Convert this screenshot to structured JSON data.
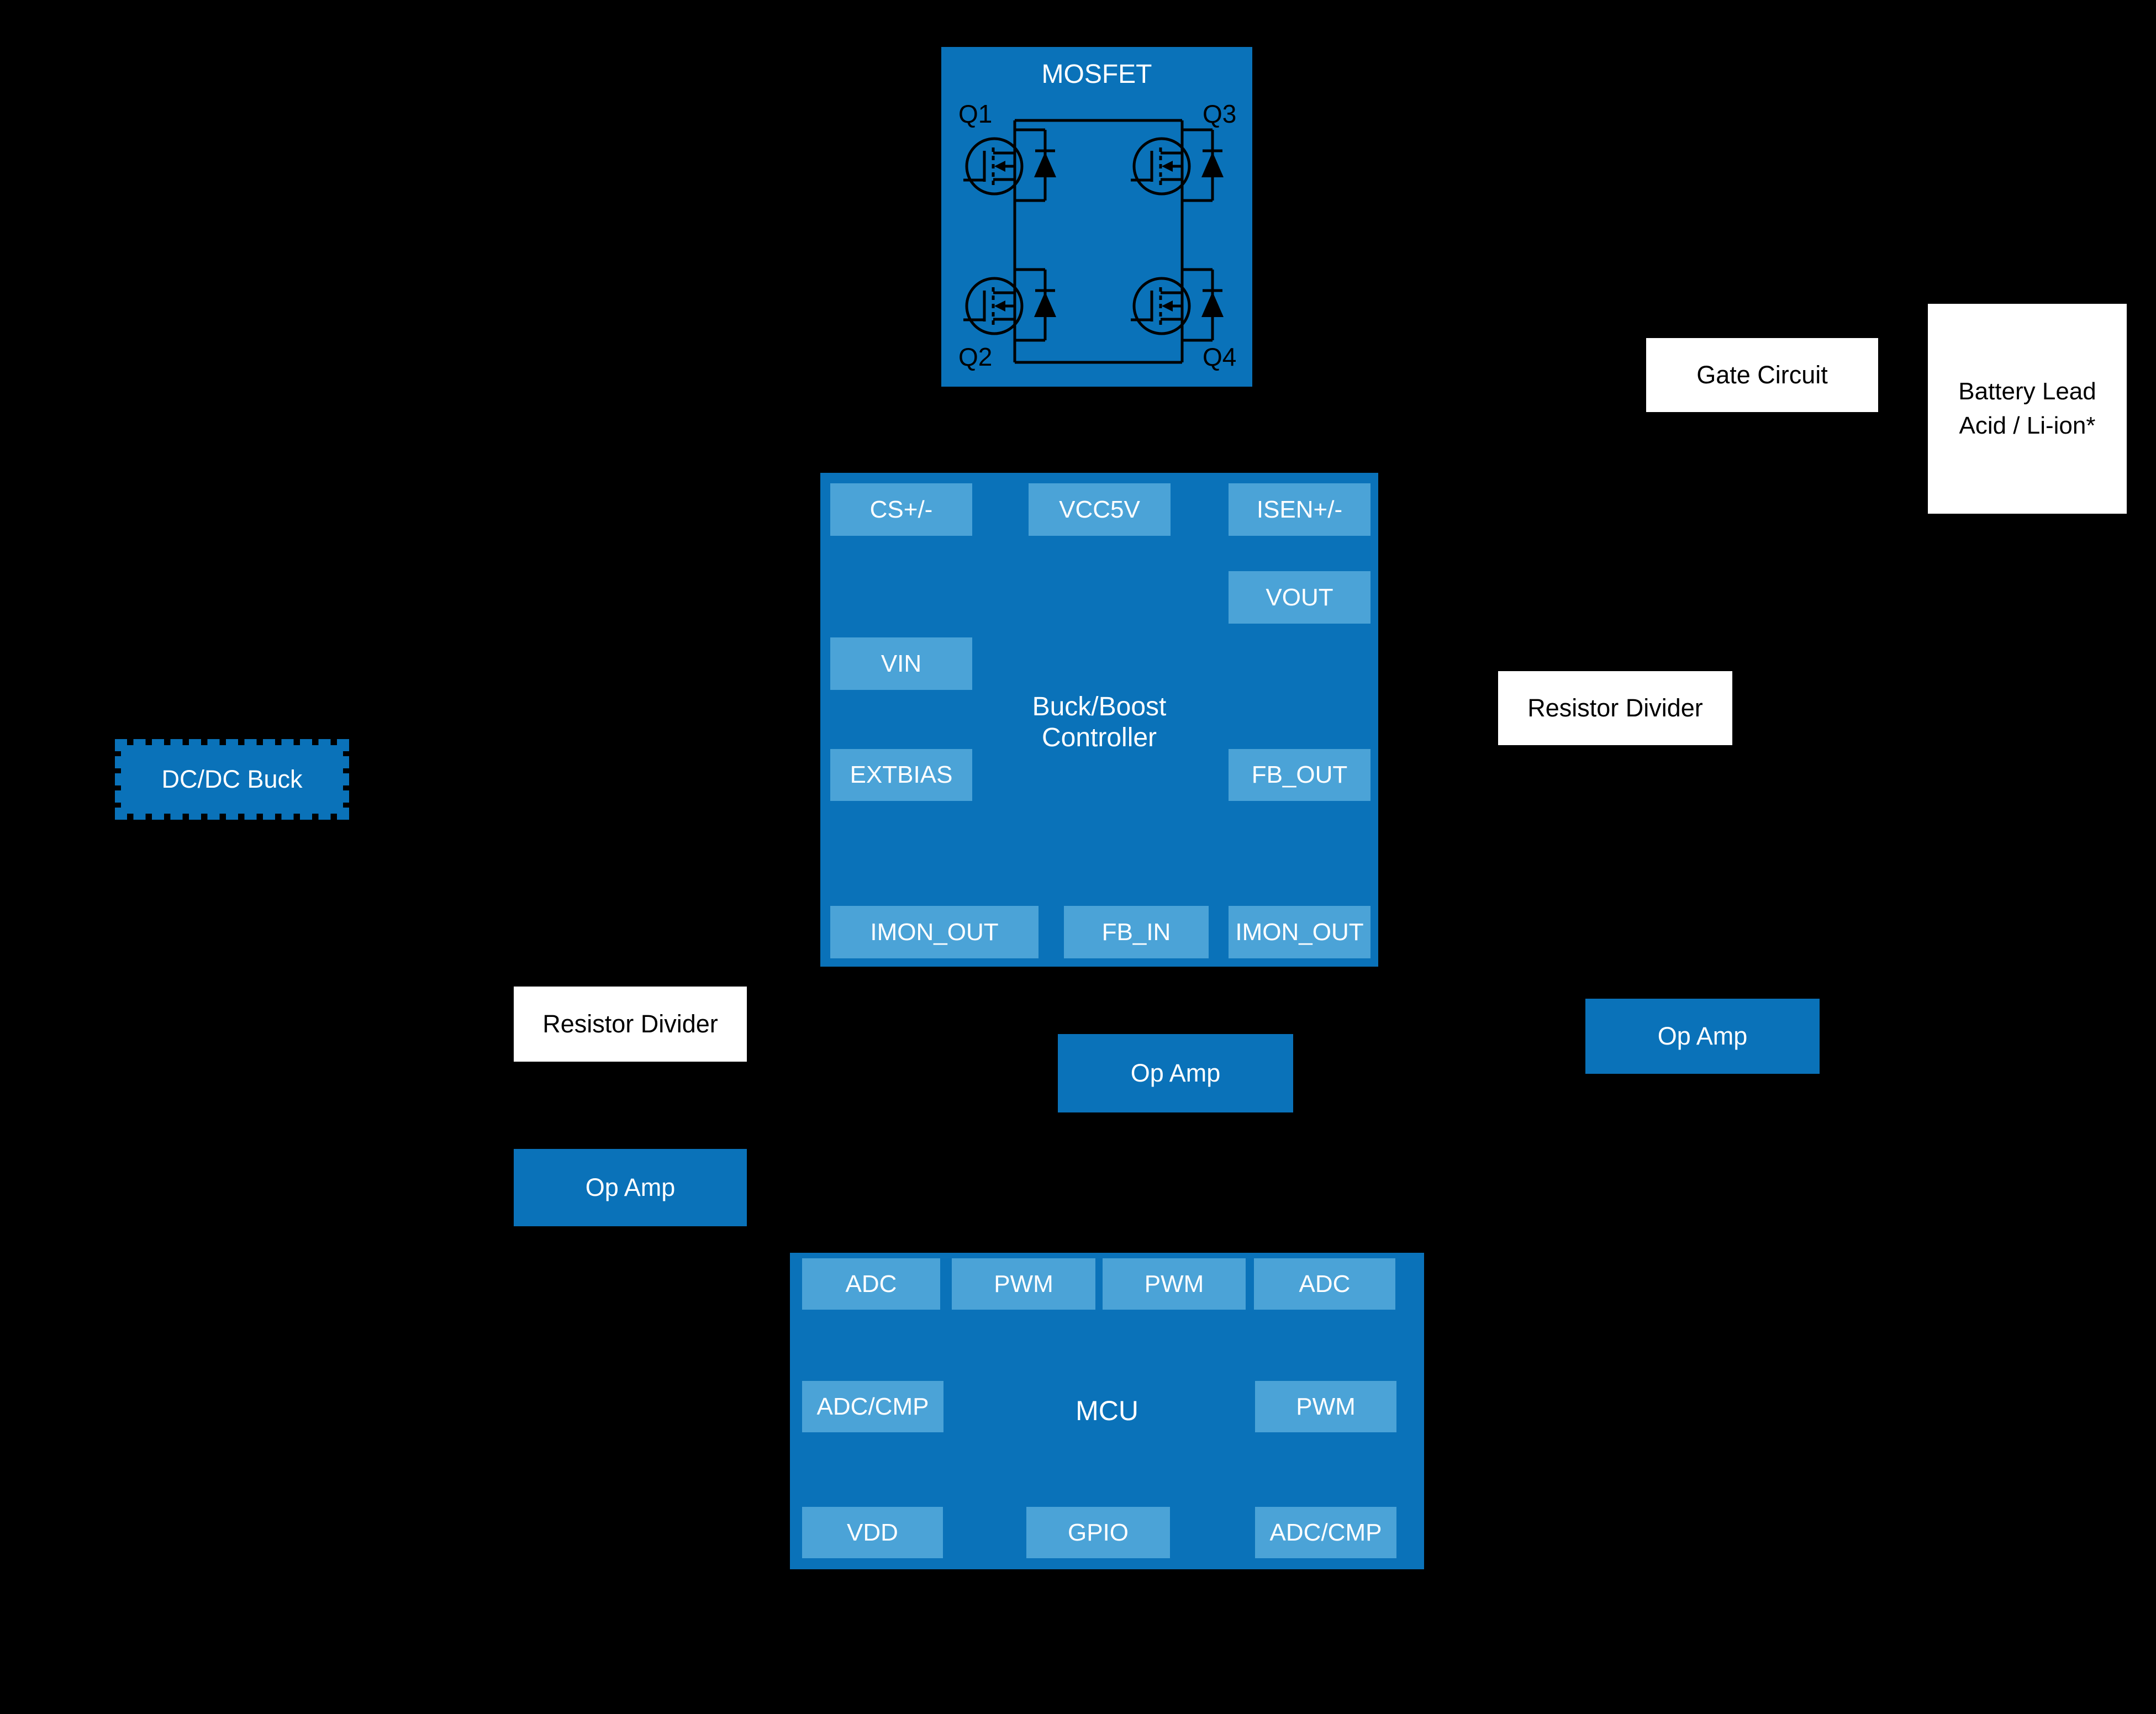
{
  "colors": {
    "background": "#000000",
    "block-blue": "#0a72b9",
    "pin-blue": "#4ba3d7",
    "box-white": "#ffffff",
    "text-white": "#ffffff",
    "text-black": "#000000"
  },
  "mosfet": {
    "title": "MOSFET",
    "transistors": [
      {
        "label": "Q1"
      },
      {
        "label": "Q2"
      },
      {
        "label": "Q3"
      },
      {
        "label": "Q4"
      }
    ]
  },
  "buck": {
    "title_line1": "Buck/Boost",
    "title_line2": "Controller",
    "pins": {
      "cs": "CS+/-",
      "vcc5v": "VCC5V",
      "isen": "ISEN+/-",
      "vout": "VOUT",
      "vin": "VIN",
      "extbias": "EXTBIAS",
      "fb_out": "FB_OUT",
      "imon_out_left": "IMON_OUT",
      "fb_in": "FB_IN",
      "imon_out_right": "IMON_OUT"
    }
  },
  "mcu": {
    "title": "MCU",
    "pins": {
      "adc_left": "ADC",
      "pwm_1": "PWM",
      "pwm_2": "PWM",
      "adc_right": "ADC",
      "adc_cmp_left": "ADC/CMP",
      "pwm_right": "PWM",
      "vdd": "VDD",
      "gpio": "GPIO",
      "adc_cmp_right": "ADC/CMP"
    }
  },
  "labels": {
    "gate_circuit": "Gate Circuit",
    "battery_line1": "Battery Lead",
    "battery_line2": "Acid / Li-ion*",
    "resistor_divider_left": "Resistor Divider",
    "resistor_divider_right": "Resistor Divider",
    "dcdc_buck": "DC/DC Buck",
    "op_amp_center": "Op Amp",
    "op_amp_left": "Op Amp",
    "op_amp_right": "Op Amp"
  }
}
